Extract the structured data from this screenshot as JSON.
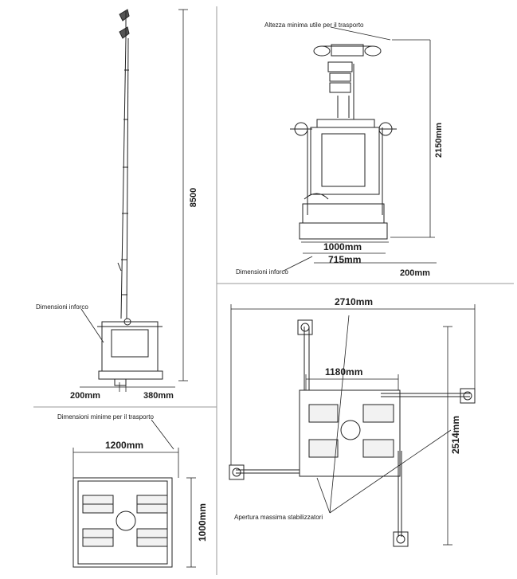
{
  "views": {
    "side": {
      "height_dim": "8500",
      "forklift_label": "Dimensioni inforco",
      "dim_left": "200mm",
      "dim_right": "380mm"
    },
    "front": {
      "transport_height_label": "Altezza minima utile per il trasporto",
      "height_dim": "2150mm",
      "forklift_label": "Dimensioni inforco",
      "width_outer": "1000mm",
      "width_inner": "715mm",
      "offset": "200mm"
    },
    "top_transport": {
      "min_dim_label": "Dimensioni minime per il trasporto",
      "width": "1200mm",
      "depth": "1000mm"
    },
    "top_open": {
      "width": "2710mm",
      "center_width": "1180mm",
      "depth": "2514mm",
      "stabilizer_label": "Apertura massima stabilizzatori"
    }
  }
}
